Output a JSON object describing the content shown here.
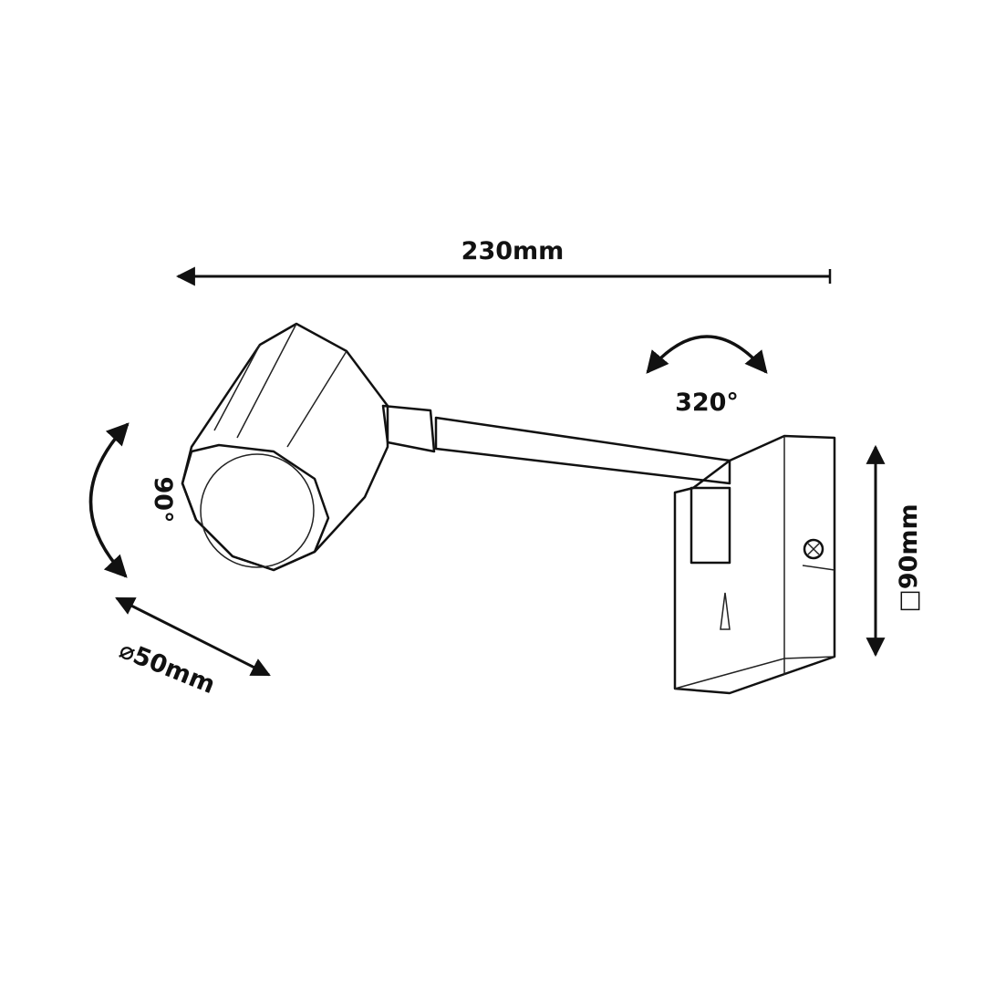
{
  "dimensions": {
    "total_length": "230mm",
    "rotation_angle": "320°",
    "tilt_angle": "90°",
    "head_diameter": "⌀50mm",
    "base_size": "□90mm"
  }
}
